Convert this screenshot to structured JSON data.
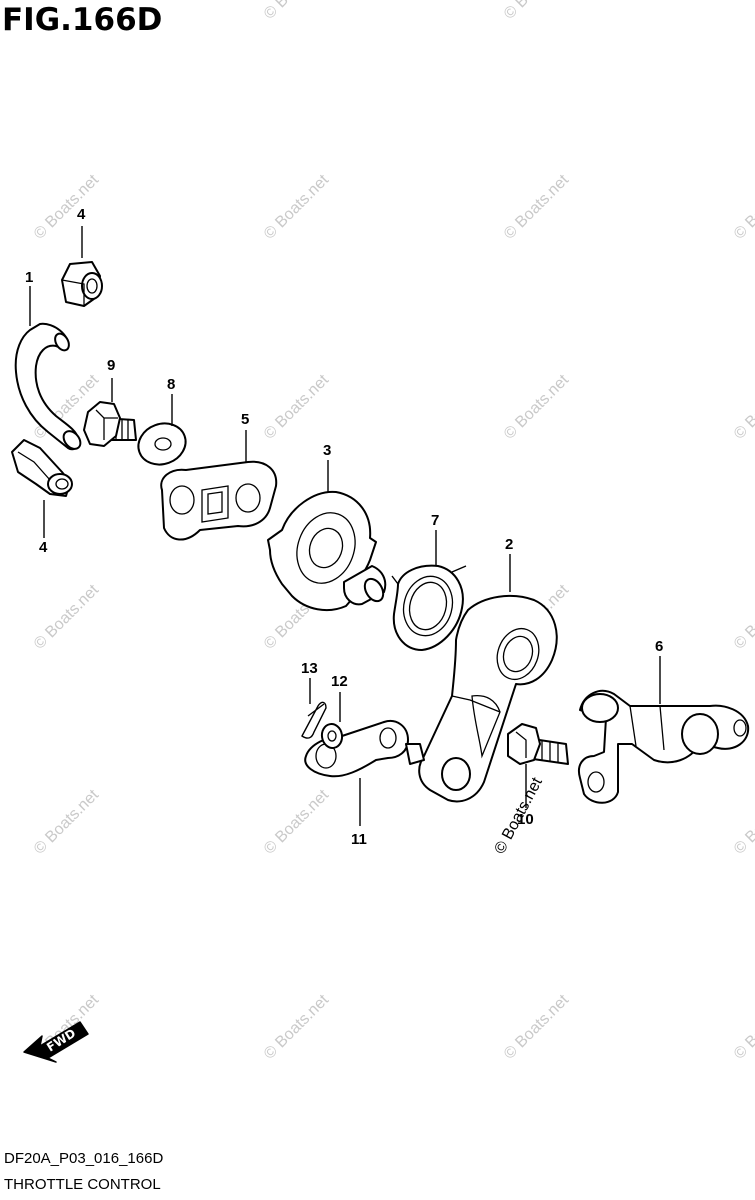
{
  "figure": {
    "title": "FIG.166D",
    "code": "DF20A_P03_016_166D",
    "caption": "THROTTLE CONTROL"
  },
  "watermark": "© Boats.net",
  "arrow_label": "FWD",
  "callouts": {
    "c1": "1",
    "c2": "2",
    "c3": "3",
    "c4a": "4",
    "c4b": "4",
    "c5": "5",
    "c6": "6",
    "c7": "7",
    "c8": "8",
    "c9": "9",
    "c10": "10",
    "c11": "11",
    "c12": "12",
    "c13": "13"
  }
}
